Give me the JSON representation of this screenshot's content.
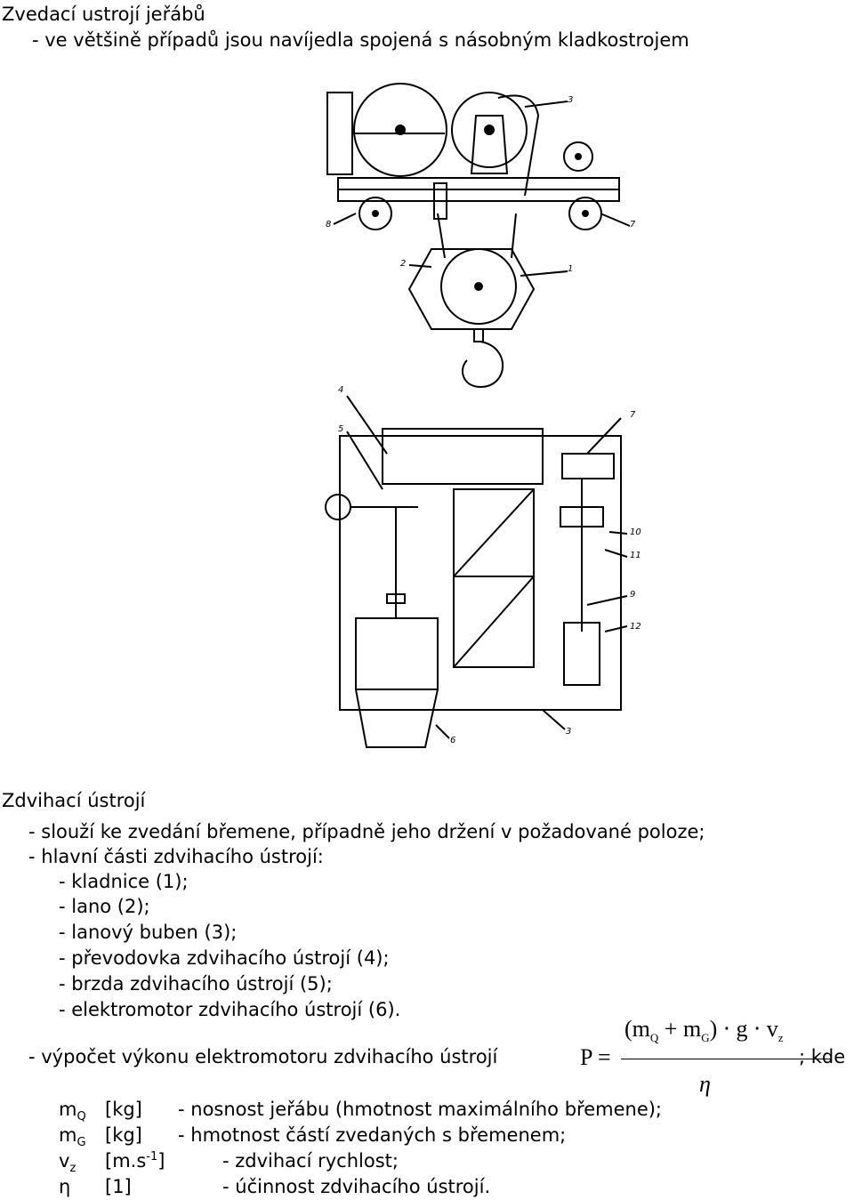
{
  "heading": "Zvedací ustrojí jeřábů",
  "subheading": "-   ve většině případů jsou navíjedla spojená s násobným kladkostrojem",
  "figure1": {
    "labels": [
      "1",
      "2",
      "3",
      "7",
      "8"
    ]
  },
  "figure2": {
    "labels": [
      "3",
      "4",
      "5",
      "6",
      "7",
      "9",
      "10",
      "11",
      "12"
    ]
  },
  "section_title": "Zdvihací ústrojí",
  "bullets": [
    "- slouží ke zvedání břemene, případně jeho držení v požadované poloze;",
    "- hlavní části zdvihacího ústrojí:"
  ],
  "sub_bullets": [
    "- kladnice (1);",
    "- lano (2);",
    "- lanový buben (3);",
    "- převodovka zdvihacího ústrojí (4);",
    "- brzda zdvihacího ústrojí (5);",
    "- elektromotor zdvihacího ústrojí (6)."
  ],
  "power_line": {
    "text": "- výpočet výkonu elektromotoru zdvihacího ústrojí",
    "suffix": "; kde"
  },
  "formula": {
    "lhs": "P",
    "eq": "=",
    "m_q": "m",
    "m_q_sub": "Q",
    "plus": "+",
    "m_g": "m",
    "m_g_sub": "G",
    "g": "g",
    "dot": "⋅",
    "v": "v",
    "v_sub": "z",
    "eta": "η"
  },
  "variables": [
    {
      "sym": "m",
      "sub": "Q",
      "unit": "[kg]",
      "desc": "- nosnost jeřábu (hmotnost maximálního břemene);"
    },
    {
      "sym": "m",
      "sub": "G",
      "unit": "[kg]",
      "desc": "- hmotnost částí zvedaných s břemenem;"
    },
    {
      "sym": "v",
      "sub": "z",
      "unit_pre": "[m.s",
      "unit_sup": "-1",
      "unit_post": "]",
      "desc": "- zdvihací rychlost;"
    },
    {
      "sym": "η",
      "unit": "[1]",
      "desc": "- účinnost zdvihacího ústrojí."
    }
  ]
}
